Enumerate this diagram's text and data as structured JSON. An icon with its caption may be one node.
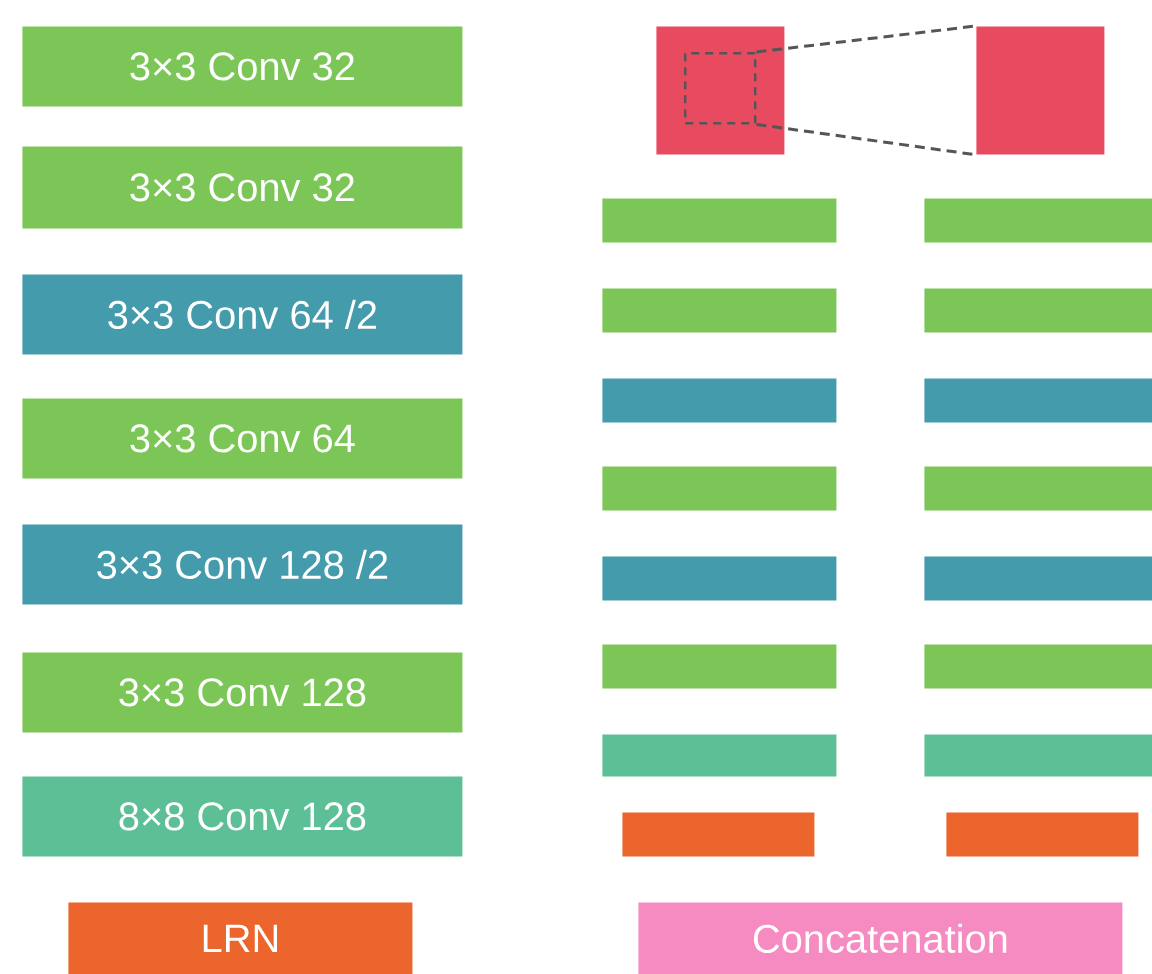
{
  "diagram": {
    "nodes": [
      {
        "text": [
          "3×3 Conv 32"
        ]
      },
      {
        "text": [
          "3×3 Conv 32"
        ]
      },
      {
        "text": [
          "3×3 Conv 64 /2"
        ]
      },
      {
        "text": [
          "3×3 Conv 64"
        ]
      },
      {
        "text": [
          "3×3 Conv 128 /2"
        ]
      },
      {
        "text": [
          "3×3 Conv 128"
        ]
      },
      {
        "text": [
          "8×8 Conv 128"
        ]
      },
      {
        "text": [
          "LRN"
        ]
      },
      {
        "text": [],
        "shape": "box"
      },
      {
        "text": [],
        "shape": "box",
        "in": 8
      },
      {
        "text": [],
        "shape": "box"
      },
      {
        "text": [],
        "shape": "bar"
      },
      {
        "text": [],
        "shape": "bar"
      },
      {
        "text": [],
        "shape": "bar"
      },
      {
        "text": [],
        "shape": "bar"
      },
      {
        "text": [],
        "shape": "bar"
      },
      {
        "text": [],
        "shape": "bar"
      },
      {
        "text": [],
        "shape": "bar"
      },
      {
        "text": [],
        "shape": "bar"
      },
      {
        "text": [],
        "shape": "bar"
      },
      {
        "text": [],
        "shape": "bar"
      },
      {
        "text": [],
        "shape": "bar"
      },
      {
        "text": [],
        "shape": "bar"
      },
      {
        "text": [],
        "shape": "bar"
      },
      {
        "text": [],
        "shape": "bar"
      },
      {
        "text": [],
        "shape": "bar"
      },
      {
        "text": [],
        "shape": "bar"
      },
      {
        "text": [
          "Concatenation"
        ]
      }
    ],
    "edges": [
      {
        "from": 9,
        "to": 10,
        "arrow": "none",
        "style": "dashed"
      },
      {
        "from": 9,
        "to": 10,
        "arrow": "none",
        "style": "dashed"
      }
    ]
  }
}
